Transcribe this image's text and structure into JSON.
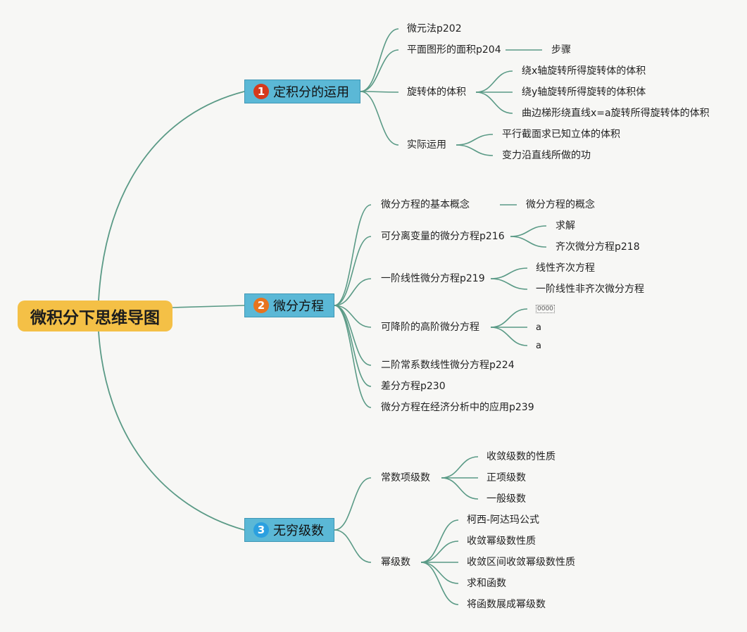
{
  "root": {
    "label": "微积分下思维导图"
  },
  "branches": [
    {
      "label": "定积分的运用",
      "badge": "1",
      "badge_color": "#d63a1c",
      "children": [
        {
          "label": "微元法p202"
        },
        {
          "label": "平面图形的面积p204",
          "children": [
            {
              "label": "步骤"
            }
          ]
        },
        {
          "label": "旋转体的体积",
          "children": [
            {
              "label": "绕x轴旋转所得旋转体的体积"
            },
            {
              "label": "绕y轴旋转所得旋转的体积体"
            },
            {
              "label": "曲边梯形绕直线x=a旋转所得旋转体的体积"
            }
          ]
        },
        {
          "label": "实际运用",
          "children": [
            {
              "label": "平行截面求已知立体的体积"
            },
            {
              "label": "变力沿直线所做的功"
            }
          ]
        }
      ]
    },
    {
      "label": "微分方程",
      "badge": "2",
      "badge_color": "#e8741e",
      "children": [
        {
          "label": "微分方程的基本概念",
          "children": [
            {
              "label": "微分方程的概念"
            }
          ]
        },
        {
          "label": "可分离变量的微分方程p216",
          "children": [
            {
              "label": "求解"
            },
            {
              "label": "齐次微分方程p218"
            }
          ]
        },
        {
          "label": "一阶线性微分方程p219",
          "children": [
            {
              "label": "线性齐次方程"
            },
            {
              "label": "一阶线性非齐次微分方程"
            }
          ]
        },
        {
          "label": "可降阶的高阶微分方程",
          "children": [
            {
              "label": "0000"
            },
            {
              "label": "a"
            },
            {
              "label": "a"
            }
          ]
        },
        {
          "label": "二阶常系数线性微分方程p224"
        },
        {
          "label": "差分方程p230"
        },
        {
          "label": "微分方程在经济分析中的应用p239"
        }
      ]
    },
    {
      "label": "无穷级数",
      "badge": "3",
      "badge_color": "#2ba0e0",
      "children": [
        {
          "label": "常数项级数",
          "children": [
            {
              "label": "收敛级数的性质"
            },
            {
              "label": "正项级数"
            },
            {
              "label": "一般级数"
            }
          ]
        },
        {
          "label": "幂级数",
          "children": [
            {
              "label": "柯西-阿达玛公式"
            },
            {
              "label": "收敛幂级数性质"
            },
            {
              "label": "收敛区间收敛幂级数性质"
            },
            {
              "label": "求和函数"
            },
            {
              "label": "将函数展成幂级数"
            }
          ]
        }
      ]
    }
  ],
  "colors": {
    "line": "#5a9a86",
    "root_fill": "#f4c046",
    "main_fill": "#5bb8d6"
  }
}
